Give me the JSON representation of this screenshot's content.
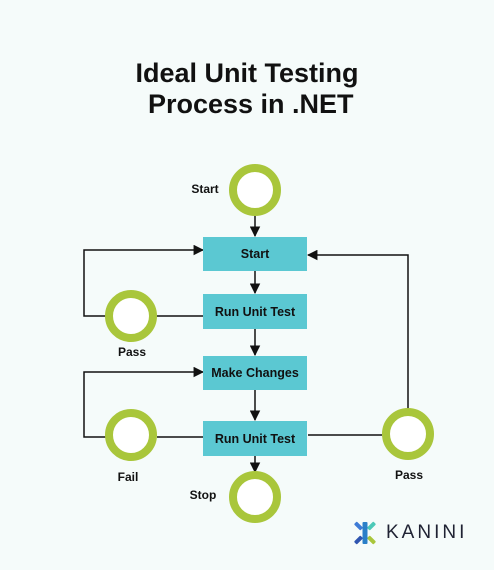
{
  "title": {
    "line1": "Ideal Unit Testing",
    "line2": " Process in .NET"
  },
  "nodes": {
    "start_box": "Start",
    "run_test_1": "Run Unit Test",
    "make_changes": "Make Changes",
    "run_test_2": "Run Unit Test"
  },
  "circle_labels": {
    "start": "Start",
    "pass_left": "Pass",
    "fail": "Fail",
    "pass_right": "Pass",
    "stop": "Stop"
  },
  "brand": {
    "name": "KANINI"
  },
  "colors": {
    "box_fill": "#5bc8d2",
    "circle_stroke": "#a9c63b",
    "line": "#111111",
    "background": "#f5fbfa"
  }
}
